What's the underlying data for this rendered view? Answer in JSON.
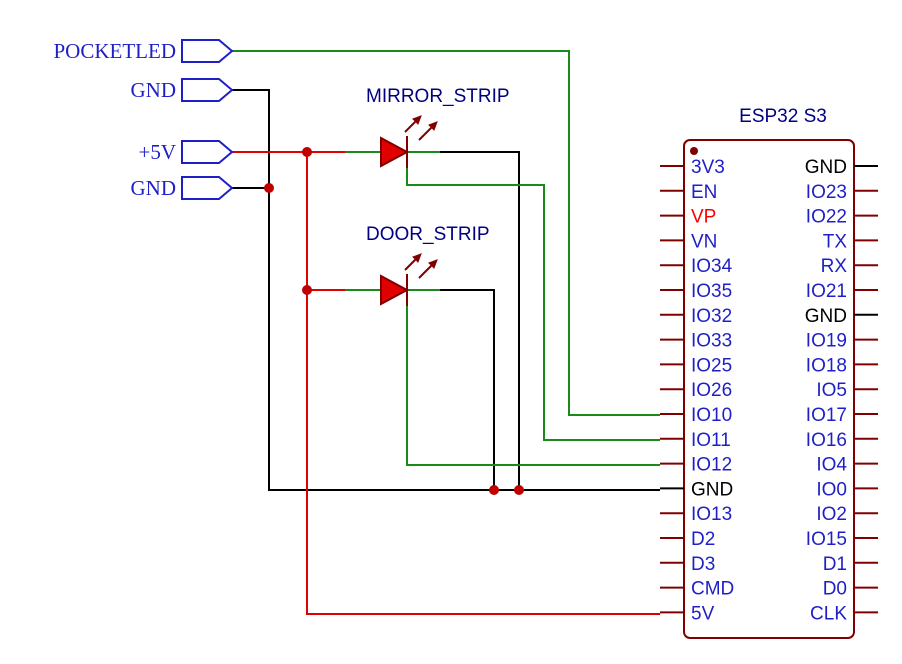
{
  "colors": {
    "wire_signal": "#1a8a1a",
    "wire_power": "#e00000",
    "wire_ground": "#000000",
    "label_blue": "#1f1fc8",
    "pin_black": "#000000",
    "pin_red": "#ff0000",
    "led_fill": "#e00000",
    "body_stroke": "#800000",
    "junction": "#c00000"
  },
  "ports": [
    {
      "label": "POCKETLED",
      "icon": "port-arrow-icon"
    },
    {
      "label": "GND",
      "icon": "port-arrow-icon"
    },
    {
      "label": "+5V",
      "icon": "port-arrow-icon"
    },
    {
      "label": "GND",
      "icon": "port-arrow-icon"
    }
  ],
  "leds": [
    {
      "label": "MIRROR_STRIP",
      "icon": "led-icon"
    },
    {
      "label": "DOOR_STRIP",
      "icon": "led-icon"
    }
  ],
  "chip": {
    "title": "ESP32 S3",
    "left_pins": [
      {
        "label": "3V3",
        "color": "blue"
      },
      {
        "label": "EN",
        "color": "blue"
      },
      {
        "label": "VP",
        "color": "red"
      },
      {
        "label": "VN",
        "color": "blue"
      },
      {
        "label": "IO34",
        "color": "blue"
      },
      {
        "label": "IO35",
        "color": "blue"
      },
      {
        "label": "IO32",
        "color": "blue"
      },
      {
        "label": "IO33",
        "color": "blue"
      },
      {
        "label": "IO25",
        "color": "blue"
      },
      {
        "label": "IO26",
        "color": "blue"
      },
      {
        "label": "IO10",
        "color": "blue"
      },
      {
        "label": "IO11",
        "color": "blue"
      },
      {
        "label": "IO12",
        "color": "blue"
      },
      {
        "label": "GND",
        "color": "black"
      },
      {
        "label": "IO13",
        "color": "blue"
      },
      {
        "label": "D2",
        "color": "blue"
      },
      {
        "label": "D3",
        "color": "blue"
      },
      {
        "label": "CMD",
        "color": "blue"
      },
      {
        "label": "5V",
        "color": "blue"
      }
    ],
    "right_pins": [
      {
        "label": "GND",
        "color": "black"
      },
      {
        "label": "IO23",
        "color": "blue"
      },
      {
        "label": "IO22",
        "color": "blue"
      },
      {
        "label": "TX",
        "color": "blue"
      },
      {
        "label": "RX",
        "color": "blue"
      },
      {
        "label": "IO21",
        "color": "blue"
      },
      {
        "label": "GND",
        "color": "black"
      },
      {
        "label": "IO19",
        "color": "blue"
      },
      {
        "label": "IO18",
        "color": "blue"
      },
      {
        "label": "IO5",
        "color": "blue"
      },
      {
        "label": "IO17",
        "color": "blue"
      },
      {
        "label": "IO16",
        "color": "blue"
      },
      {
        "label": "IO4",
        "color": "blue"
      },
      {
        "label": "IO0",
        "color": "blue"
      },
      {
        "label": "IO2",
        "color": "blue"
      },
      {
        "label": "IO15",
        "color": "blue"
      },
      {
        "label": "D1",
        "color": "blue"
      },
      {
        "label": "D0",
        "color": "blue"
      },
      {
        "label": "CLK",
        "color": "blue"
      }
    ]
  }
}
